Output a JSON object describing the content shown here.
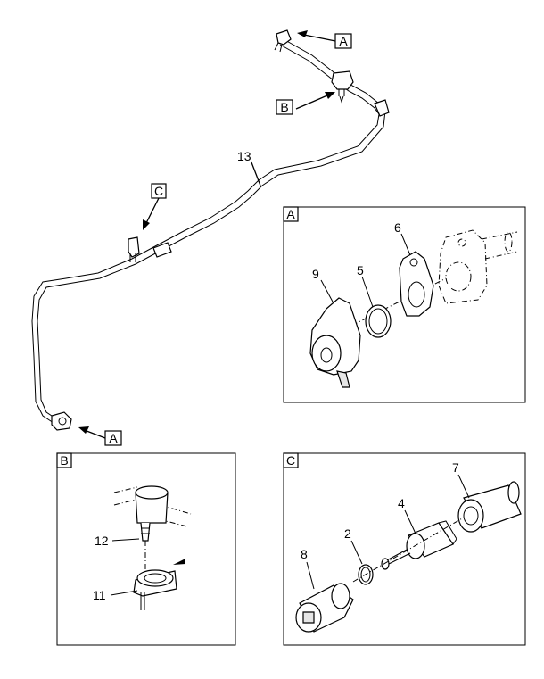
{
  "callouts": {
    "top_a": "A",
    "top_b": "B",
    "top_c": "C",
    "bottom_a": "A"
  },
  "panels": {
    "a": {
      "tag": "A",
      "items": [
        "9",
        "5",
        "6"
      ]
    },
    "b": {
      "tag": "B",
      "items": [
        "12",
        "11"
      ]
    },
    "c": {
      "tag": "C",
      "items": [
        "7",
        "4",
        "2",
        "8"
      ]
    }
  },
  "main": {
    "item": "13"
  }
}
